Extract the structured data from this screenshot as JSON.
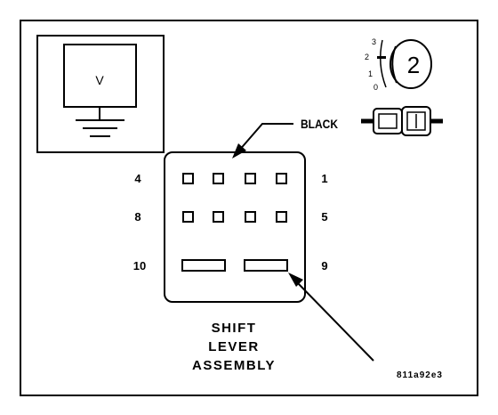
{
  "diagram": {
    "voltmeter_symbol": "V",
    "wire_color_label": "BLACK",
    "pin_labels": {
      "row1_left": "4",
      "row1_right": "1",
      "row2_left": "8",
      "row2_right": "5",
      "row3_left": "10",
      "row3_right": "9"
    },
    "component_label": {
      "line1": "SHIFT",
      "line2": "LEVER",
      "line3": "ASSEMBLY"
    },
    "meter_icon": {
      "number": "2",
      "scale": [
        "3",
        "2",
        "1",
        "0"
      ]
    },
    "figure_code": "811a92e3"
  }
}
